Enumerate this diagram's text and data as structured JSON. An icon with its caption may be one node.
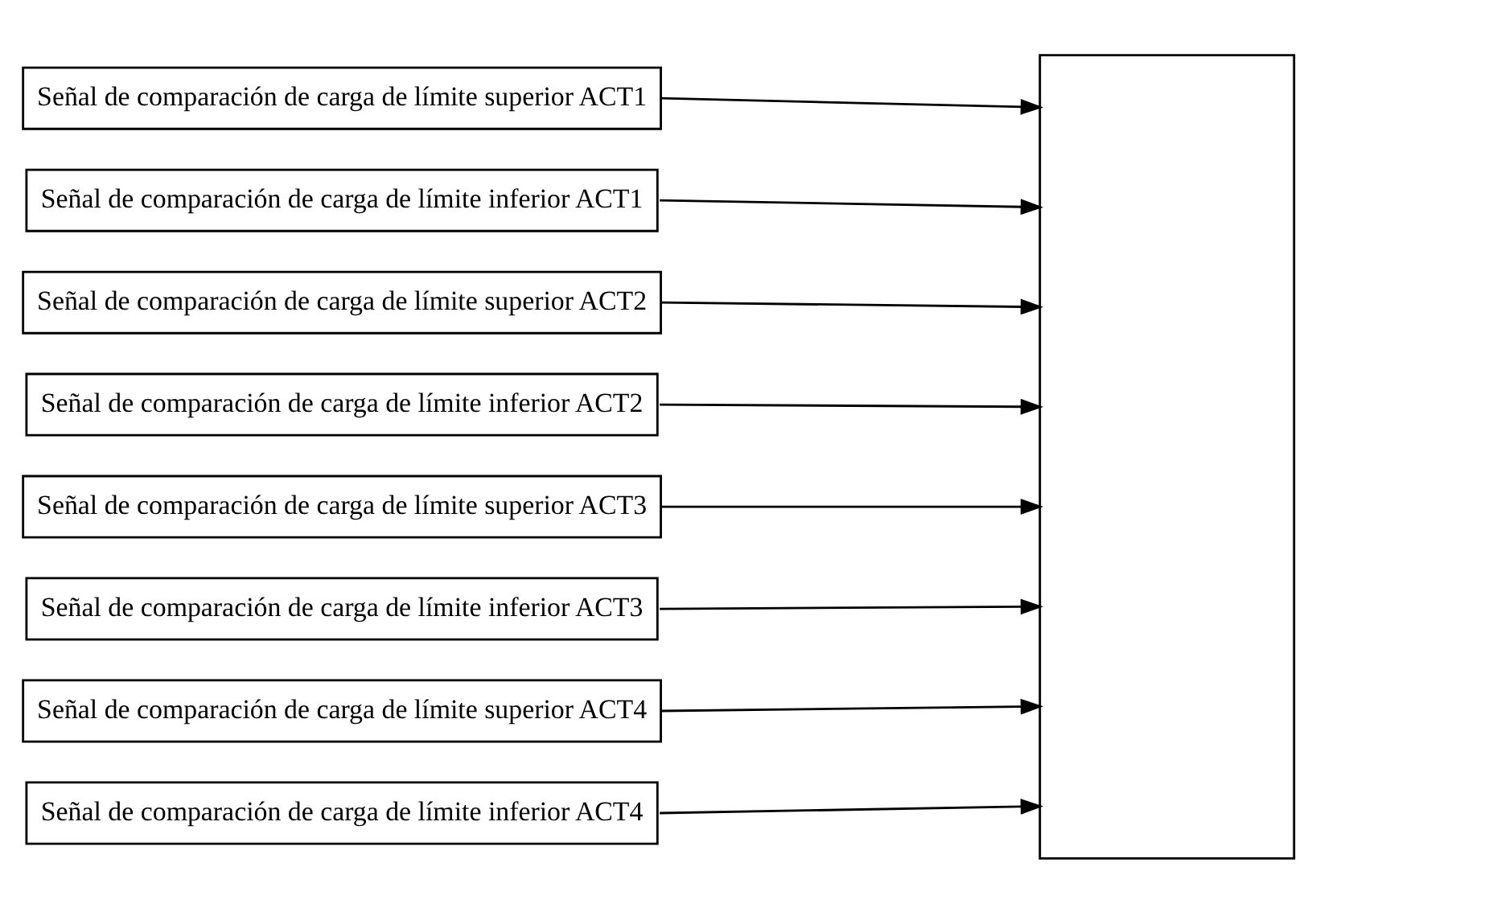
{
  "diagram": {
    "nodes": [
      {
        "text": [
          "Señal de comparación de carga de límite superior ACT1"
        ]
      },
      {
        "text": [
          "Señal de comparación de carga de límite inferior ACT1"
        ]
      },
      {
        "text": [
          "Señal de comparación de carga de límite superior ACT2"
        ]
      },
      {
        "text": [
          "Señal de comparación de carga de límite inferior ACT2"
        ]
      },
      {
        "text": [
          "Señal de comparación de carga de límite superior ACT3"
        ]
      },
      {
        "text": [
          "Señal de comparación de carga de límite inferior ACT3"
        ]
      },
      {
        "text": [
          "Señal de comparación de carga de límite superior ACT4"
        ]
      },
      {
        "text": [
          "Señal de comparación de carga de límite inferior ACT4"
        ]
      },
      {
        "text": [],
        "shape": "box"
      }
    ],
    "edges": [
      {
        "from": 0,
        "to": 8,
        "arrow": "to"
      },
      {
        "from": 1,
        "to": 8,
        "arrow": "to"
      },
      {
        "from": 2,
        "to": 8,
        "arrow": "to"
      },
      {
        "from": 3,
        "to": 8,
        "arrow": "to"
      },
      {
        "from": 4,
        "to": 8,
        "arrow": "to"
      },
      {
        "from": 5,
        "to": 8,
        "arrow": "to"
      },
      {
        "from": 6,
        "to": 8,
        "arrow": "to"
      },
      {
        "from": 7,
        "to": 8,
        "arrow": "to"
      }
    ]
  }
}
